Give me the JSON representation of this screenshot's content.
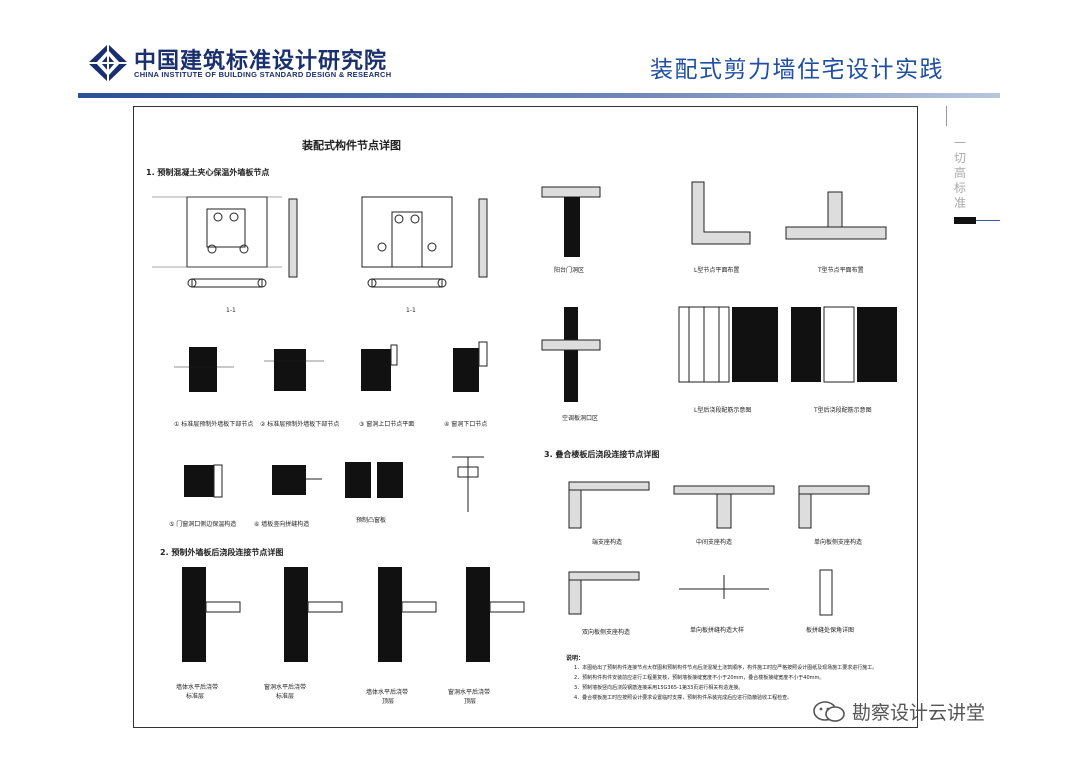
{
  "header": {
    "logo_cn": "中国建筑标准设计研究院",
    "logo_en": "CHINA INSTITUTE OF BUILDING STANDARD DESIGN & RESEARCH",
    "slide_title": "装配式剪力墙住宅设计实践"
  },
  "side_label": "一切高标准",
  "drawing": {
    "title": "装配式构件节点详图",
    "sections": [
      "1. 预制混凝土夹心保温外墙板节点",
      "2. 预制外墙板后浇段连接节点详图",
      "3. 叠合楼板后浇段连接节点详图"
    ],
    "captions": {
      "c1": "① 标准层预制外墙板下部节点",
      "c2": "② 标准层预制外墙板下部节点",
      "c3": "③ 窗洞上口节点平面",
      "c4": "④ 窗洞下口节点",
      "c5": "⑤ 门窗洞口侧边保温构造",
      "c6": "⑥ 墙板竖向拼缝构造",
      "c7": "预制凸窗板",
      "c8": "阳台门洞区",
      "c9": "L型节点平面布置",
      "c10": "T型节点平面布置",
      "c11": "空调板洞口区",
      "c12": "L型后浇段配筋示意图",
      "c13": "T型后浇段配筋示意图",
      "c14": "墙体水平后浇带",
      "c15": "窗洞水平后浇带",
      "c16": "墙体水平后浇带",
      "c17": "窗洞水平后浇带",
      "c18": "端支座构造",
      "c19": "中间支座构造",
      "c20": "单向板侧支座构造",
      "c21": "双向板侧支座构造",
      "c22": "单向板拼缝构造大样",
      "c23": "板拼缝处保角详图",
      "c24": "1-1",
      "c25": "1-1",
      "c26": "标准层",
      "c27": "标准层",
      "c28": "顶层",
      "c29": "顶层"
    },
    "notes_heading": "说明：",
    "notes": [
      "1．本图给出了预制构件连接节点大样图和预制构件节点后浇混凝土浇筑顺序，构件施工时应严格按照设计图纸及现场施工要求进行施工。",
      "2．预制构件构件安装前应进行工程量复核，预制墙板接缝宽度不小于20mm，叠合楼板接缝宽度不小于40mm。",
      "3．预制墙板竖向后浇段钢筋连接采用15G365-1第33页进行相关构造连接。",
      "4．叠合楼板施工时应按照设计要求设置临时支撑，预制构件吊装完成后应进行隐蔽验收工程检查。"
    ]
  },
  "watermark": "勘察设计云讲堂"
}
